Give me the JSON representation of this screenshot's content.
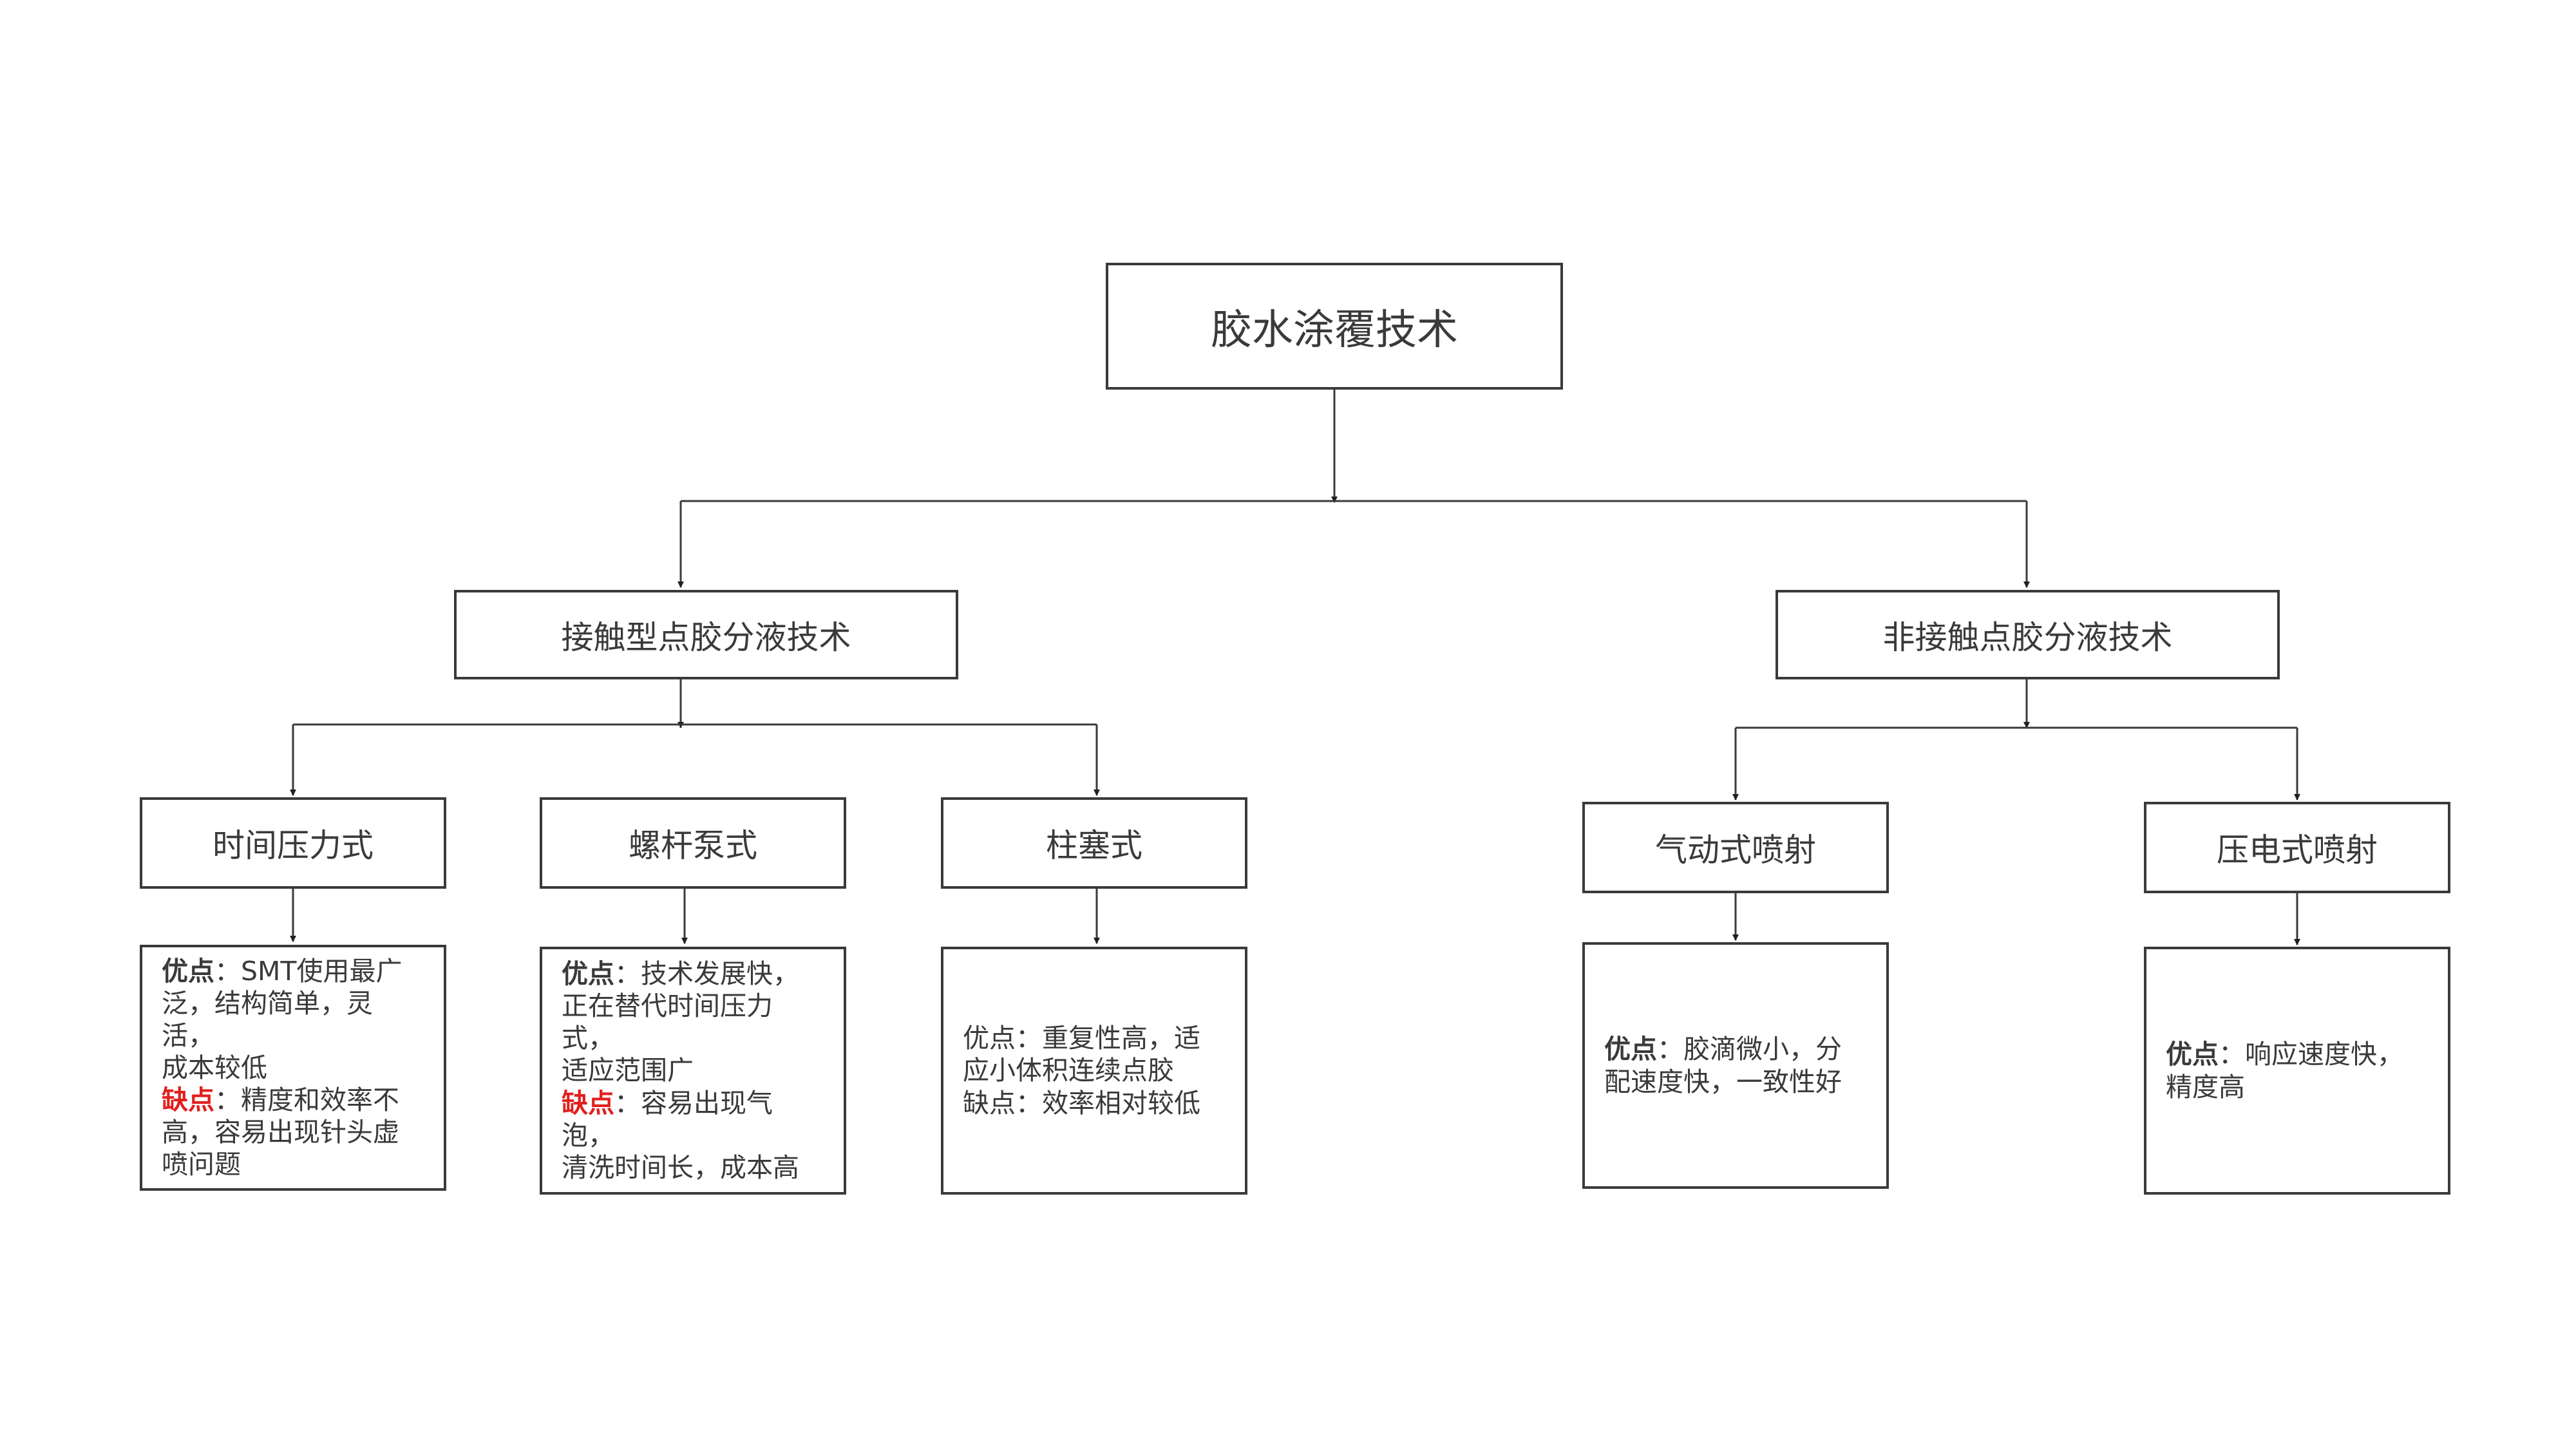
{
  "root": {
    "label": "胶水涂覆技术"
  },
  "categories": [
    {
      "label": "接触型点胶分液技术",
      "methods": [
        {
          "label": "时间压力式",
          "pros_label": "优点",
          "pros_text": "：SMT使用最广\n泛，结构简单，灵活，\n成本较低",
          "cons_label": "缺点",
          "cons_text": "：精度和效率不\n高，容易出现针头虚\n喷问题",
          "label_style": "bold-red-cons"
        },
        {
          "label": "螺杆泵式",
          "pros_label": "优点",
          "pros_text": "：技术发展快，\n正在替代时间压力式，\n适应范围广",
          "cons_label": "缺点",
          "cons_text": "：容易出现气泡，\n清洗时间长，成本高",
          "label_style": "bold-red-cons"
        },
        {
          "label": "柱塞式",
          "pros_label": "优点",
          "pros_text": "：重复性高，适\n应小体积连续点胶",
          "cons_label": "缺点",
          "cons_text": "：效率相对较低",
          "label_style": "plain"
        }
      ]
    },
    {
      "label": "非接触点胶分液技术",
      "methods": [
        {
          "label": "气动式喷射",
          "pros_label": "优点",
          "pros_text": "：胶滴微小，分\n配速度快，一致性好"
        },
        {
          "label": "压电式喷射",
          "pros_label": "优点",
          "pros_text": "：响应速度快，\n精度高"
        }
      ]
    }
  ],
  "colors": {
    "line": "#3a3a3a",
    "text": "#3a3a3a",
    "cons_highlight": "#e0201e"
  }
}
